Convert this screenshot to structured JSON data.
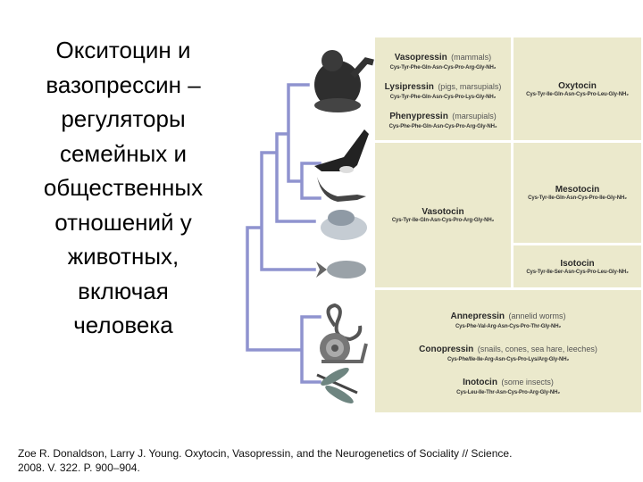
{
  "title_lines": [
    "Окситоцин и",
    "вазопрессин –",
    "регуляторы",
    "семейных и",
    "общественных",
    "отношений у",
    "животных,",
    "включая",
    "человека"
  ],
  "peptides": {
    "vasopressin": {
      "name": "Vasopressin",
      "taxa": "(mammals)",
      "seq": "Cys-Tyr-Phe-Gln-Asn-Cys-Pro-Arg-Gly-NH₂"
    },
    "lysipressin": {
      "name": "Lysipressin",
      "taxa": "(pigs, marsupials)",
      "seq": "Cys-Tyr-Phe-Gln-Asn-Cys-Pro-Lys-Gly-NH₂"
    },
    "phenypressin": {
      "name": "Phenypressin",
      "taxa": "(marsupials)",
      "seq": "Cys-Phe-Phe-Gln-Asn-Cys-Pro-Arg-Gly-NH₂"
    },
    "oxytocin": {
      "name": "Oxytocin",
      "seq": "Cys-Tyr-Ile-Gln-Asn-Cys-Pro-Leu-Gly-NH₂"
    },
    "vasotocin": {
      "name": "Vasotocin",
      "seq": "Cys-Tyr-Ile-Gln-Asn-Cys-Pro-Arg-Gly-NH₂"
    },
    "mesotocin": {
      "name": "Mesotocin",
      "seq": "Cys-Tyr-Ile-Gln-Asn-Cys-Pro-Ile-Gly-NH₂"
    },
    "isotocin": {
      "name": "Isotocin",
      "seq": "Cys-Tyr-Ile-Ser-Asn-Cys-Pro-Leu-Gly-NH₂"
    },
    "annepressin": {
      "name": "Annepressin",
      "taxa": "(annelid worms)",
      "seq": "Cys-Phe-Val-Arg-Asn-Cys-Pro-Thr-Gly-NH₂"
    },
    "conopressin": {
      "name": "Conopressin",
      "taxa": "(snails, cones, sea hare, leeches)",
      "seq": "Cys-Phe/Ile-Ile-Arg-Asn-Cys-Pro-Lys/Arg-Gly-NH₂"
    },
    "inotocin": {
      "name": "Inotocin",
      "taxa": "(some insects)",
      "seq": "Cys-Leu-Ile-Thr-Asn-Cys-Pro-Arg-Gly-NH₂"
    }
  },
  "citation": {
    "line1": "Zoe R. Donaldson, Larry J. Young. Oxytocin, Vasopressin, and the Neurogenetics of Sociality // Science.",
    "line2": "2008. V. 322. P. 900–904."
  },
  "colors": {
    "tree": "#8f93cf",
    "panel": "#ebe9cc"
  }
}
